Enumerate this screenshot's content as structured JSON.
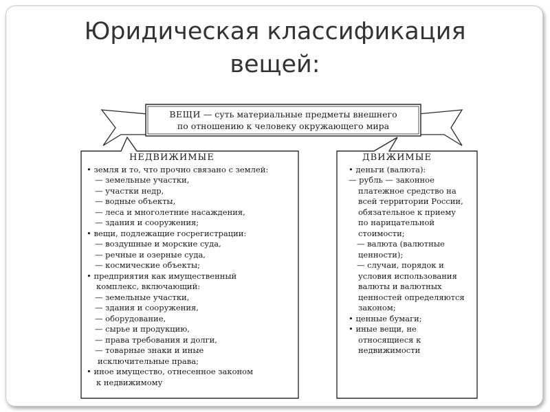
{
  "title_lines": [
    "Юридическая классификация",
    "вещей:"
  ],
  "banner": {
    "label": "ВЕЩИ",
    "line1_rest": " — суть материальные предметы внешнего",
    "line2": "по отношению к человеку окружающего мира"
  },
  "immovable": {
    "heading": "НЕДВИЖИМЫЕ",
    "lines": [
      "• земля и то, что прочно связано с землей:",
      "— земельные участки,",
      "— участки недр,",
      "— водные объекты,",
      "— леса и многолетние насаждения,",
      "— здания и сооружения;",
      "• вещи, подлежащие госрегистрации:",
      "— воздушные и морские суда,",
      "— речные и озерные суда,",
      "— космические объекты;",
      "• предприятия как имущественный",
      "комплекс, включающий:",
      "— земельные участки,",
      "— здания и сооружения,",
      "— оборудование,",
      "— сырье и продукцию,",
      "— права требования и долги,",
      "— товарные знаки и иные",
      "исключительные права;",
      "• иное имущество, отнесенное законом",
      "к недвижимому"
    ]
  },
  "movable": {
    "heading": "ДВИЖИМЫЕ",
    "lines": [
      "• деньги (валюта):",
      "— рубль — законное",
      "платежное средство на",
      "всей территории России,",
      "обязательное к приему",
      "по нарицательной",
      "стоимости;",
      "— валюта (валютные",
      "ценности);",
      "— случаи, порядок и",
      "условия использования",
      "валюты и валютных",
      "ценностей определяются",
      "законом;",
      "• ценные бумаги;",
      "• иные вещи, не",
      "относящиеся к",
      "недвижимости"
    ]
  }
}
